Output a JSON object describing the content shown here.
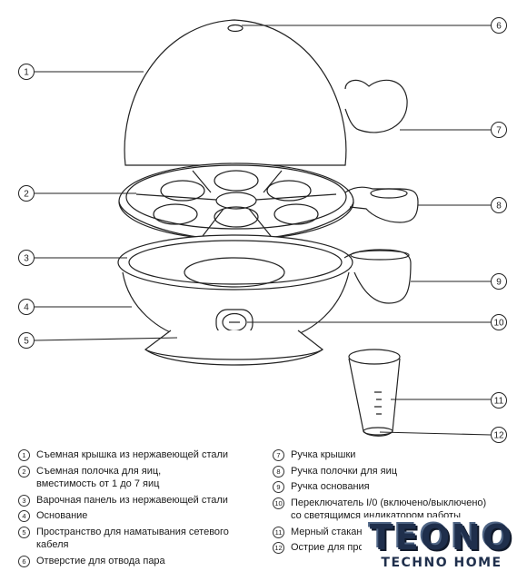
{
  "callouts": [
    "1",
    "2",
    "3",
    "4",
    "5",
    "6",
    "7",
    "8",
    "9",
    "10",
    "11",
    "12"
  ],
  "legend": {
    "left": [
      {
        "num": "1",
        "text": "Съемная крышка из нержавеющей стали"
      },
      {
        "num": "2",
        "text": "Съемная полочка для яиц,\nвместимость от 1 до 7 яиц"
      },
      {
        "num": "3",
        "text": "Варочная панель из нержавеющей стали"
      },
      {
        "num": "4",
        "text": "Основание"
      },
      {
        "num": "5",
        "text": "Пространство для наматывания сетевого\nкабеля"
      },
      {
        "num": "6",
        "text": "Отверстие для отвода пара"
      }
    ],
    "right": [
      {
        "num": "7",
        "text": "Ручка крышки"
      },
      {
        "num": "8",
        "text": "Ручка полочки для яиц"
      },
      {
        "num": "9",
        "text": "Ручка основания"
      },
      {
        "num": "10",
        "text": "Переключатель I/0 (включено/выключено)\nсо светящимся индикатором работы"
      },
      {
        "num": "11",
        "text": "Мерный стакан"
      },
      {
        "num": "12",
        "text": "Острие для прокалывания яиц"
      }
    ]
  },
  "logo": {
    "main": "TEONO",
    "sub": "TECHNO HOME"
  }
}
